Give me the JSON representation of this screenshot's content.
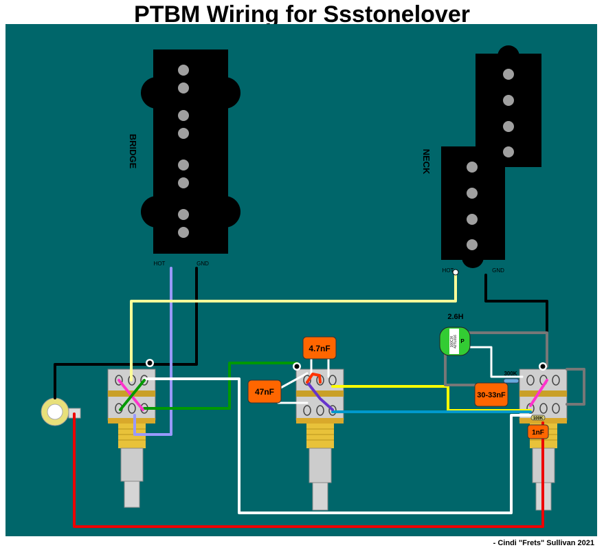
{
  "title": "PTBM Wiring for Ssstonelover",
  "credit": "- Cindi \"Frets\" Sullivan 2021",
  "colors": {
    "board": "#00666a",
    "pickup": "#000000",
    "pole": "#a0a0a0",
    "cap": "#ff6600",
    "inductor": "#33cc33",
    "wire_hot_bridge": "#9999ff",
    "wire_gnd": "#000000",
    "wire_cream": "#ffff99",
    "wire_yellow": "#ffff00",
    "wire_green": "#009900",
    "wire_white": "#ffffff",
    "wire_red": "#ee0000",
    "wire_blue": "#0099cc",
    "wire_purple": "#6633cc",
    "wire_magenta": "#ff33cc",
    "wire_gray": "#777777"
  },
  "pickups": {
    "bridge": {
      "label": "BRIDGE",
      "hot": "HOT",
      "gnd": "GND"
    },
    "neck": {
      "label": "NECK",
      "hot": "HOT",
      "gnd": "GND"
    }
  },
  "components": {
    "cap_4n7": "4.7nF",
    "cap_47n": "47nF",
    "cap_30n": "30-33nF",
    "cap_1n": "1nF",
    "inductor_value": "2.6H",
    "inductor_part_a": "42TL016",
    "inductor_part_b": "100CIX",
    "inductor_mark": "P",
    "resistor_300k": "300K",
    "resistor_100k": "100K"
  }
}
